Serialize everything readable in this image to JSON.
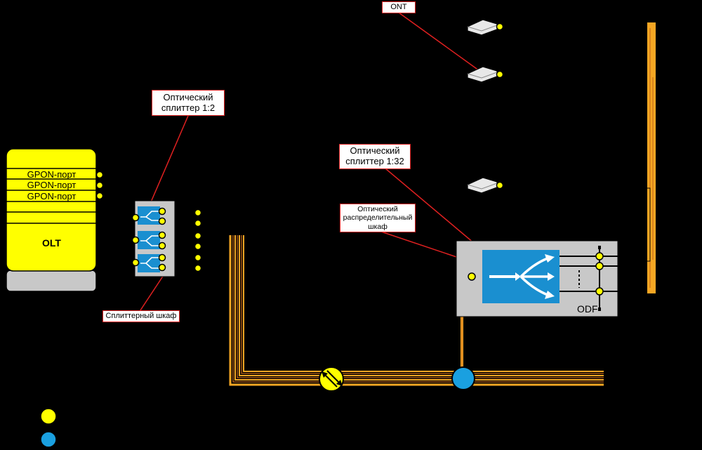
{
  "olt": {
    "ports": [
      "GPON-порт",
      "GPON-порт",
      "GPON-порт"
    ],
    "title": "OLT"
  },
  "labels": {
    "ont": "ONT",
    "splitter_1_2": "Оптический сплиттер 1:2",
    "splitter_1_32": "Оптический сплиттер 1:32",
    "distribution_cabinet": "Оптический распределительный шкаф",
    "splitter_cabinet": "Сплиттерный шкаф"
  },
  "odf": {
    "label": "ODF"
  },
  "colors": {
    "background": "#000000",
    "olt_body": "#ffff00",
    "olt_base": "#c8c8c8",
    "cabinet": "#c8c8c8",
    "splitter": "#1a8fd0",
    "cable": "#f5a623",
    "connector": "#ffff00",
    "coupler": "#1aa0e0",
    "callout_border": "#e02020"
  },
  "legend": [
    {
      "shape": "yellow-circle"
    },
    {
      "shape": "blue-circle"
    }
  ]
}
